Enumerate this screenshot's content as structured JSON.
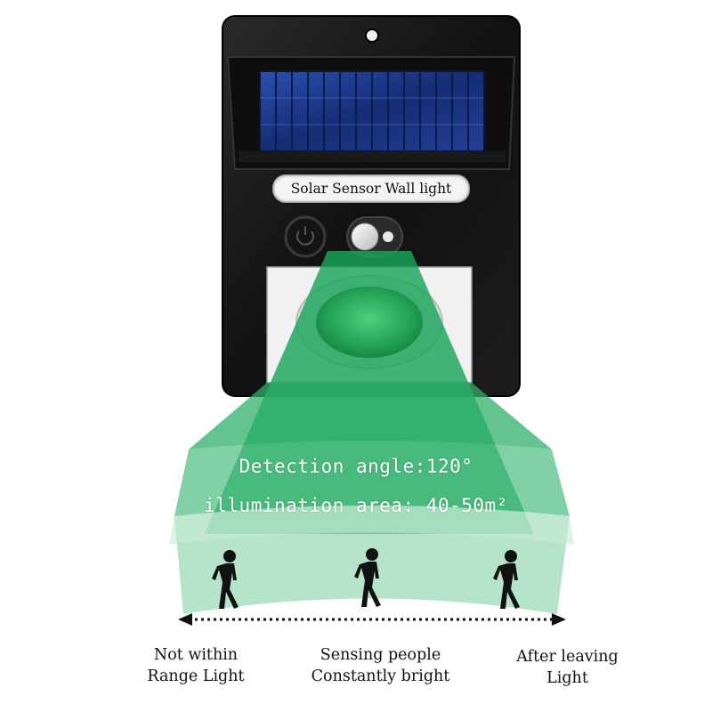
{
  "device": {
    "label": "Solar Sensor Wall light",
    "panel_color": "#1f3a8a",
    "body_color": "#161616"
  },
  "beam": {
    "detection": "Detection angle:120°",
    "illumination": "illumination area: 40-50m²",
    "color": "#1aa55a"
  },
  "captions": {
    "left": [
      "Not within",
      "Range Light"
    ],
    "middle": [
      "Sensing people",
      "Constantly bright"
    ],
    "right": [
      "After leaving",
      "Light"
    ]
  },
  "icons": [
    "person-walking-icon",
    "person-walking-icon",
    "person-walking-icon",
    "double-arrow-icon",
    "power-button-icon",
    "pir-sensor-icon"
  ]
}
